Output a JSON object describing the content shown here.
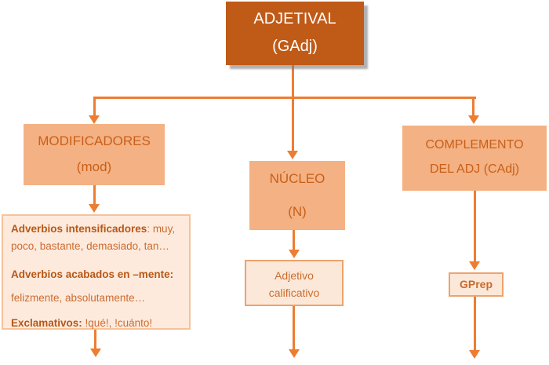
{
  "colors": {
    "accent": "#ed7d31",
    "root_fill": "#c05a17",
    "root_text": "#ffffff",
    "branch_fill": "#f4b183",
    "branch_text": "#c8601a",
    "pale_fill": "#fdeadd",
    "pale_border": "#f5c29a",
    "leaf_fill": "#fce8d8",
    "leaf_border": "#eca36d",
    "body_text": "#cd6c2e",
    "body_bold": "#b85715"
  },
  "diagram": {
    "root": {
      "line1": "ADJETIVAL",
      "line2": "(GAdj)"
    },
    "branches": [
      {
        "line1": "MODIFICADORES",
        "line2": "(mod)"
      },
      {
        "line1": "NÚCLEO",
        "line2": "(N)"
      },
      {
        "line1": "COMPLEMENTO",
        "line2": "DEL ADJ (CAdj)"
      }
    ],
    "modifiers_detail": {
      "p1_bold": "Adverbios intensificadores",
      "p1_rest": ": muy, poco, bastante, demasiado, tan…",
      "p2_bold": "Adverbios acabados en –mente:",
      "p3": "felizmente, absolutamente…",
      "p4_bold": "Exclamativos:",
      "p4_rest": " !qué!, !cuánto!"
    },
    "nucleo_leaf": {
      "line1": "Adjetivo",
      "line2": "calificativo"
    },
    "complemento_leaf": {
      "label": "GPrep"
    }
  }
}
